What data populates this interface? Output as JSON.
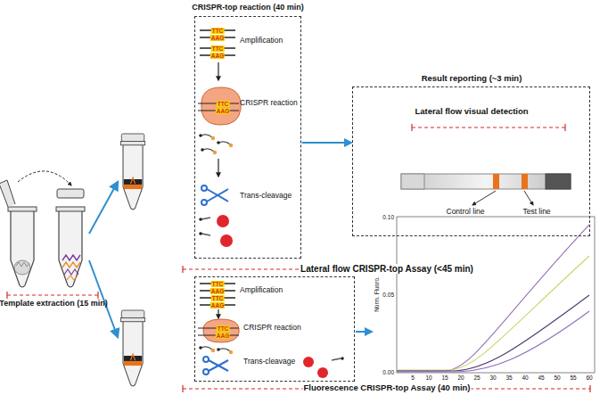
{
  "diagram": {
    "nodes": [
      {
        "text": [
          "CRISPR-top reaction (40 min)",
          "Amplification",
          "CRISPR reaction",
          "Trans-cleavage"
        ]
      },
      {
        "text": [
          "Result reporting (~3 min)",
          "Lateral flow visual detection"
        ]
      },
      {
        "text": [
          "Amplification",
          "CRISPR reaction",
          "Trans-cleavage"
        ]
      },
      {
        "text": [
          "Norm. Fluoro."
        ]
      }
    ],
    "edges": [
      {
        "from": 0,
        "to": 1,
        "arrow": "to"
      },
      {
        "from": 2,
        "to": 3,
        "arrow": "to"
      }
    ],
    "labels": [
      "Template extraction (15 min)",
      "Lateral flow CRISPR-top Assay (<45 min)",
      "Control line",
      "Test line",
      "Fluorescence CRISPR-top Assay (40 min)",
      "TTC",
      "AAG",
      "TTC",
      "AAG",
      "TTC",
      "AAG",
      "TTC",
      "AAG",
      "TTC",
      "AAG",
      "TTC",
      "AAG",
      "0.00",
      "0.05",
      "0.10",
      "5",
      "10",
      "15",
      "20",
      "25",
      "30",
      "35",
      "40",
      "45",
      "50",
      "55",
      "60"
    ]
  }
}
